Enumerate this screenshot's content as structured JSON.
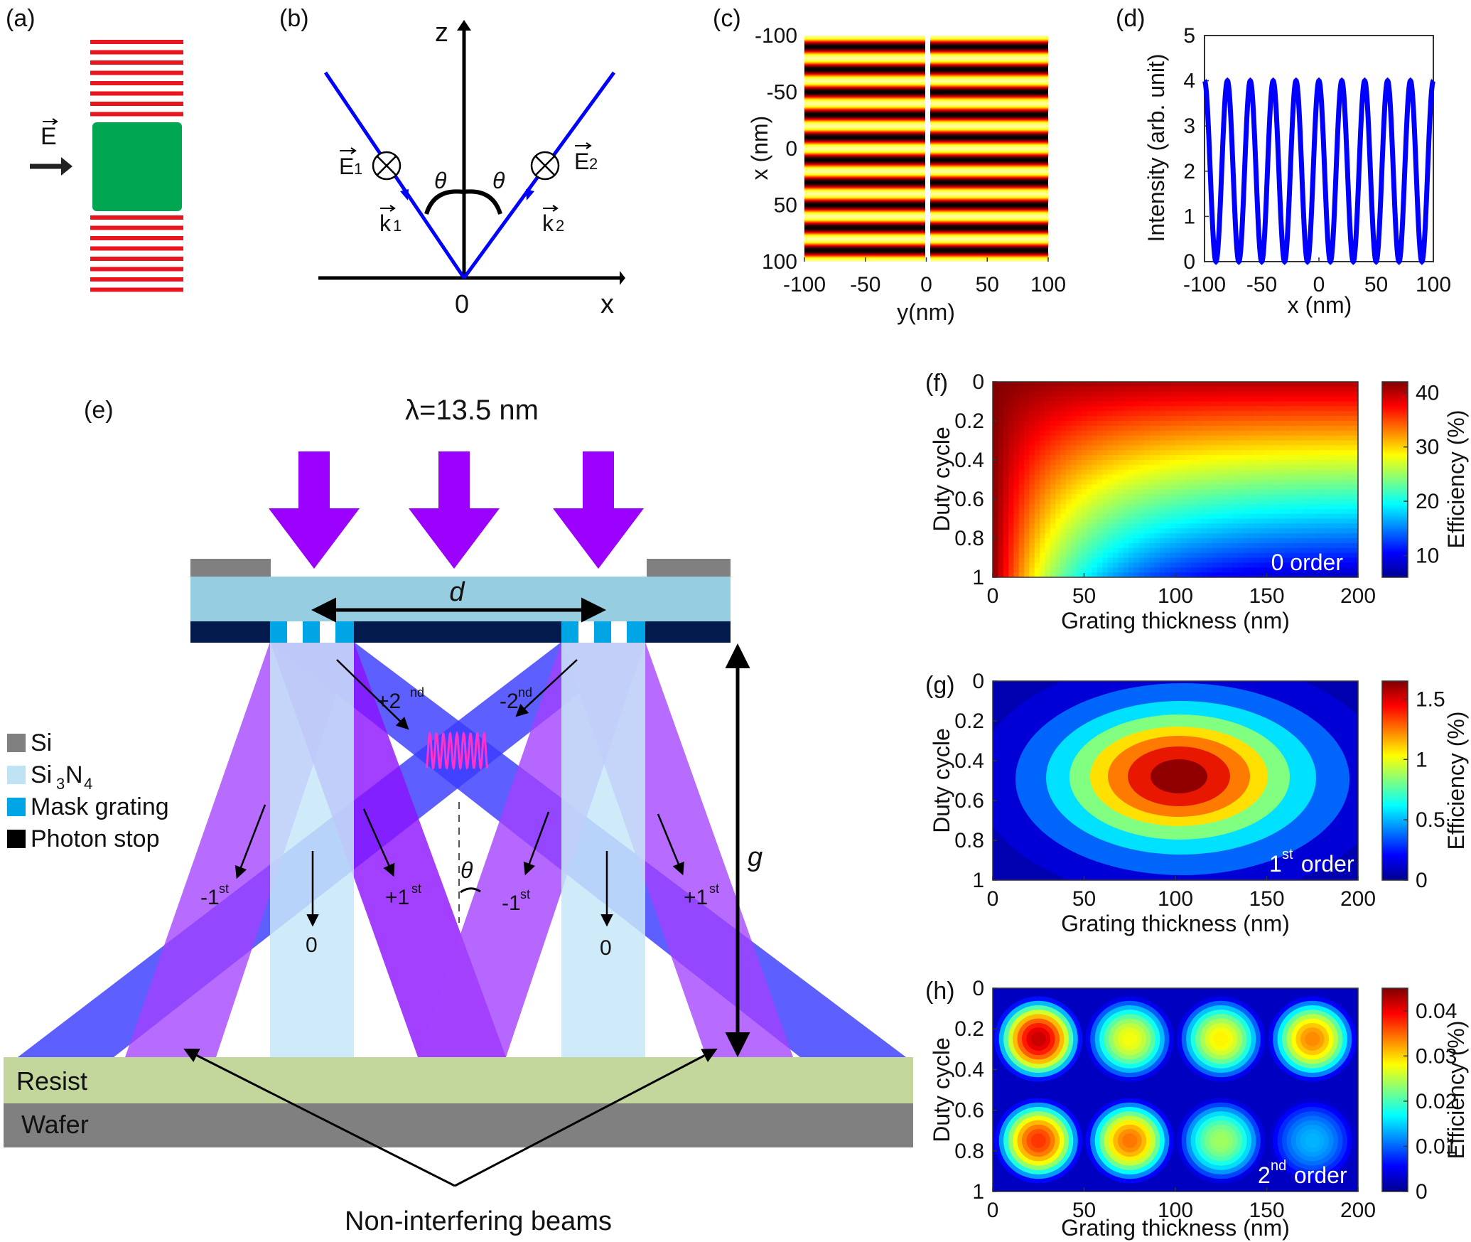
{
  "panel_labels": {
    "a": "(a)",
    "b": "(b)",
    "c": "(c)",
    "d": "(d)",
    "e": "(e)",
    "f": "(f)",
    "g": "(g)",
    "h": "(h)"
  },
  "panel_a": {
    "field_label": "E"
  },
  "panel_b": {
    "z_label": "z",
    "x_label": "x",
    "origin_label": "0",
    "e1_label": "E",
    "e1_sub": "1",
    "e2_label": "E",
    "e2_sub": "2",
    "k1_label": "k",
    "k1_sub": "1",
    "k2_label": "k",
    "k2_sub": "2",
    "theta": "θ"
  },
  "panel_e": {
    "wavelength": "λ=13.5 nm",
    "d_label": "d",
    "g_label": "g",
    "theta": "θ",
    "legend": [
      {
        "label": "Si",
        "color": "#808080"
      },
      {
        "label": "Si",
        "sub": "3",
        "label2": "N",
        "sub2": "4",
        "color": "#bfe3f5"
      },
      {
        "label": "Mask grating",
        "color": "#00a5e6"
      },
      {
        "label": "Photon stop",
        "color": "#000000"
      }
    ],
    "orders": {
      "m2p": "+2",
      "m2p_sup": "nd",
      "m2n": "-2",
      "m2n_sup": "nd",
      "m1n": "-1",
      "m1p": "+1",
      "st": "st",
      "zero": "0"
    },
    "resist": "Resist",
    "wafer": "Wafer",
    "non_interfering": "Non-interfering beams"
  },
  "chart_data": [
    {
      "type": "heatmap",
      "panel": "c",
      "title": "",
      "xlabel": "y(nm)",
      "ylabel": "x (nm)",
      "xlim": [
        -100,
        100
      ],
      "ylim": [
        -100,
        100
      ],
      "xticks": [
        "-100",
        "-50",
        "0",
        "50",
        "100"
      ],
      "yticks": [
        "-100",
        "-50",
        "0",
        "50",
        "100"
      ],
      "fringe_period_nm": 20,
      "colormap": "hot"
    },
    {
      "type": "line",
      "panel": "d",
      "xlabel": "x (nm)",
      "ylabel": "Intensity (arb. unit)",
      "xlim": [
        -100,
        100
      ],
      "ylim": [
        0,
        5
      ],
      "xticks": [
        "-100",
        "-50",
        "0",
        "50",
        "100"
      ],
      "yticks": [
        "0",
        "1",
        "2",
        "3",
        "4",
        "5"
      ],
      "series": [
        {
          "function": "4*cos^2(pi*x/20)",
          "period_nm": 20,
          "max": 4,
          "min": 0,
          "color": "#0000ff"
        }
      ]
    },
    {
      "type": "heatmap",
      "panel": "f",
      "annotation": "0 order",
      "xlabel": "Grating thickness (nm)",
      "ylabel": "Duty cycle",
      "colorbar_label": "Efficiency (%)",
      "xlim": [
        0,
        200
      ],
      "ylim": [
        0,
        1
      ],
      "xticks": [
        "0",
        "50",
        "100",
        "150",
        "200"
      ],
      "yticks": [
        "0",
        "0.2",
        "0.4",
        "0.6",
        "0.8",
        "1"
      ],
      "cbar_ticks": [
        "10",
        "20",
        "30",
        "40"
      ],
      "cbar_range": [
        6,
        42
      ]
    },
    {
      "type": "heatmap",
      "panel": "g",
      "annotation": "1",
      "annotation_sup": "st",
      "annotation_tail": " order",
      "xlabel": "Grating thickness (nm)",
      "ylabel": "Duty cycle",
      "colorbar_label": "Efficiency (%)",
      "xlim": [
        0,
        200
      ],
      "ylim": [
        0,
        1
      ],
      "xticks": [
        "0",
        "50",
        "100",
        "150",
        "200"
      ],
      "yticks": [
        "0",
        "0.2",
        "0.4",
        "0.6",
        "0.8",
        "1"
      ],
      "cbar_ticks": [
        "0",
        "0.5",
        "1",
        "1.5"
      ],
      "cbar_range": [
        0,
        1.65
      ],
      "peak": {
        "thickness": 100,
        "duty": 0.5,
        "value": 1.6
      }
    },
    {
      "type": "heatmap",
      "panel": "h",
      "annotation": "2",
      "annotation_sup": "nd",
      "annotation_tail": " order",
      "xlabel": "Grating thickness (nm)",
      "ylabel": "Duty cycle",
      "colorbar_label": "Efficiency (%)",
      "xlim": [
        0,
        200
      ],
      "ylim": [
        0,
        1
      ],
      "xticks": [
        "0",
        "50",
        "100",
        "150",
        "200"
      ],
      "yticks": [
        "0",
        "0.2",
        "0.4",
        "0.6",
        "0.8",
        "1"
      ],
      "cbar_ticks": [
        "0",
        "0.01",
        "0.02",
        "0.03",
        "0.04"
      ],
      "cbar_range": [
        0,
        0.045
      ],
      "peaks": [
        {
          "thickness": 25,
          "duty": 0.25,
          "value": 0.042
        },
        {
          "thickness": 75,
          "duty": 0.25,
          "value": 0.027
        },
        {
          "thickness": 125,
          "duty": 0.25,
          "value": 0.028
        },
        {
          "thickness": 175,
          "duty": 0.25,
          "value": 0.033
        },
        {
          "thickness": 25,
          "duty": 0.75,
          "value": 0.037
        },
        {
          "thickness": 75,
          "duty": 0.75,
          "value": 0.034
        },
        {
          "thickness": 125,
          "duty": 0.75,
          "value": 0.023
        },
        {
          "thickness": 175,
          "duty": 0.75,
          "value": 0.012
        }
      ]
    }
  ]
}
